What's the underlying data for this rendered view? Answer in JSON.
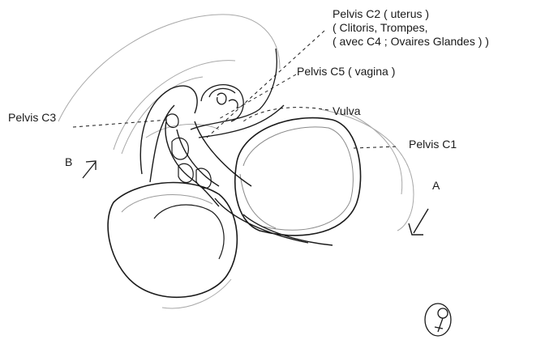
{
  "labels": {
    "c2_line1": "Pelvis C2 ( uterus )",
    "c2_line2": "( Clitoris, Trompes,",
    "c2_line3": "( avec C4 ; Ovaires Glandes  ) )",
    "c5": "Pelvis C5 ( vagina )",
    "vulva": "Vulva",
    "c3": "Pelvis C3",
    "c1": "Pelvis C1",
    "b": "B",
    "a": "A"
  },
  "colors": {
    "ink": "#1a1a1a",
    "pencil": "#9a9a9a"
  }
}
